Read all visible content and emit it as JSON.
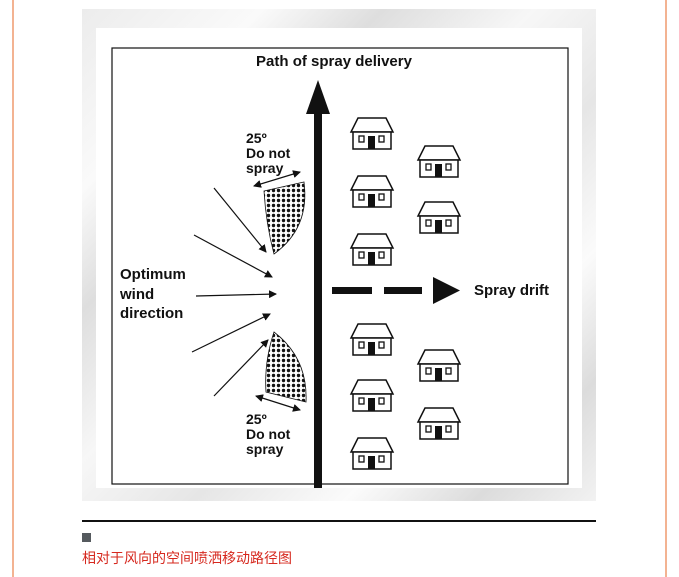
{
  "diagram": {
    "title": "Path of spray delivery",
    "wind_label": [
      "Optimum",
      "wind",
      "direction"
    ],
    "drift_label": "Spray drift",
    "no_spray_top": [
      "25º",
      "Do not",
      "spray"
    ],
    "no_spray_bottom": [
      "25º",
      "Do not",
      "spray"
    ],
    "house_count": 10
  },
  "caption": {
    "text": "相对于风向的空间喷洒移动路径图"
  },
  "colors": {
    "accent_border": "#f3b392",
    "caption_red": "#d6281e",
    "ink": "#111111"
  }
}
